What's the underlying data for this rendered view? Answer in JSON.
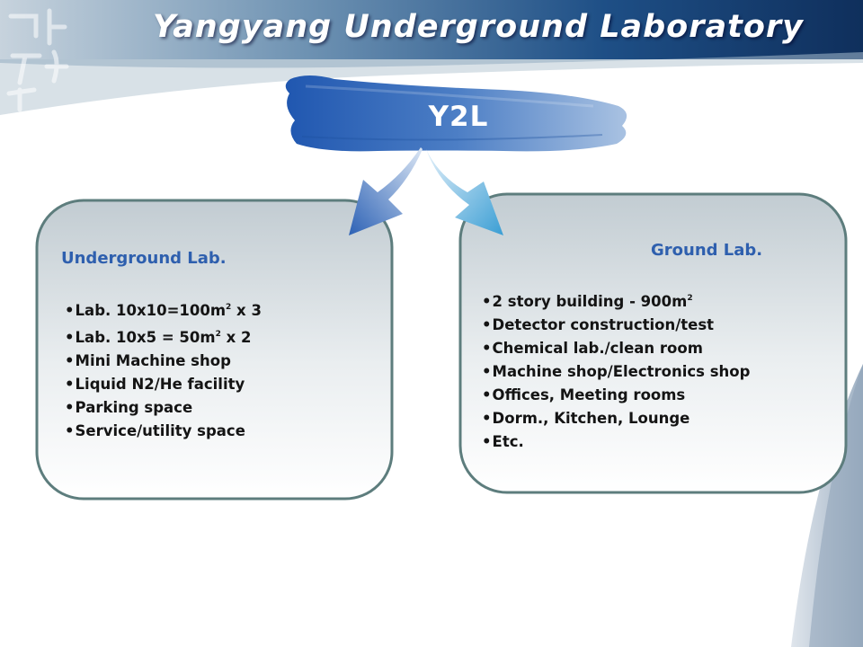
{
  "slide": {
    "title": "Yangyang Underground Laboratory",
    "center_label": "Y2L",
    "underground_lab": {
      "heading": "Underground Lab.",
      "items": [
        {
          "text": "Lab. 10x10=100m",
          "sup": "2",
          "suffix": " x 3"
        },
        {
          "text": "Lab. 10x5 = 50m",
          "sup": "2",
          "suffix": " x 2"
        },
        {
          "text": "Mini Machine shop"
        },
        {
          "text": "Liquid N2/He facility"
        },
        {
          "text": "Parking space"
        },
        {
          "text": "Service/utility space"
        }
      ]
    },
    "ground_lab": {
      "heading": "Ground Lab.",
      "items": [
        {
          "text": "2 story building - 900m",
          "sup": "2"
        },
        {
          "text": "Detector construction/test"
        },
        {
          "text": "Chemical lab./clean room"
        },
        {
          "text": "Machine shop/Electronics shop"
        },
        {
          "text": "Offices, Meeting rooms"
        },
        {
          "text": "Dorm., Kitchen, Lounge"
        },
        {
          "text": "Etc."
        }
      ]
    }
  },
  "colors": {
    "title_text": "#ffffff",
    "heading": "#2e5fae",
    "body_text": "#141414",
    "card_border": "#5d7d7d",
    "brush_blue": "#2f66b8"
  }
}
